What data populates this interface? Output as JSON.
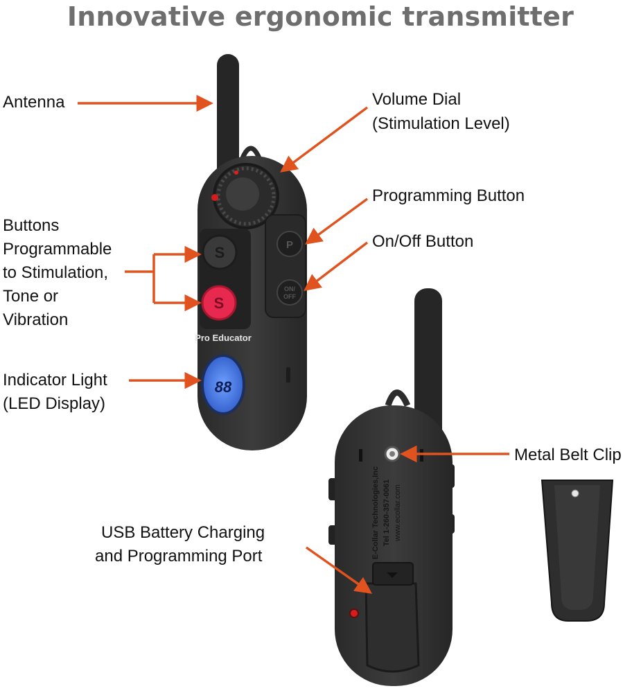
{
  "title": "Innovative ergonomic transmitter",
  "colors": {
    "arrow": "#e0531f",
    "device": "#333333",
    "button_red": "#e8294f",
    "display": "#3a6fd8",
    "title": "#6e6e6e"
  },
  "labels": {
    "antenna": "Antenna",
    "volume_dial": [
      "Volume Dial",
      "(Stimulation Level)"
    ],
    "programming_button": "Programming Button",
    "onoff_button": "On/Off Button",
    "buttons_programmable": [
      "Buttons",
      "Programmable",
      "to Stimulation,",
      "Tone or",
      "Vibration"
    ],
    "indicator_light": [
      "Indicator Light",
      "(LED Display)"
    ],
    "metal_belt_clip": "Metal Belt Clip",
    "usb_port": [
      "USB Battery Charging",
      "and Programming Port"
    ]
  },
  "device": {
    "brand_text": "Pro Educator",
    "button_s": "S",
    "button_p": "P",
    "button_onoff": [
      "ON/",
      "OFF"
    ],
    "display_digits": "88",
    "back_text": [
      "E-Collar Technologies,Inc",
      "Tel 1-260-357-0061",
      "www.ecollar.com"
    ]
  }
}
